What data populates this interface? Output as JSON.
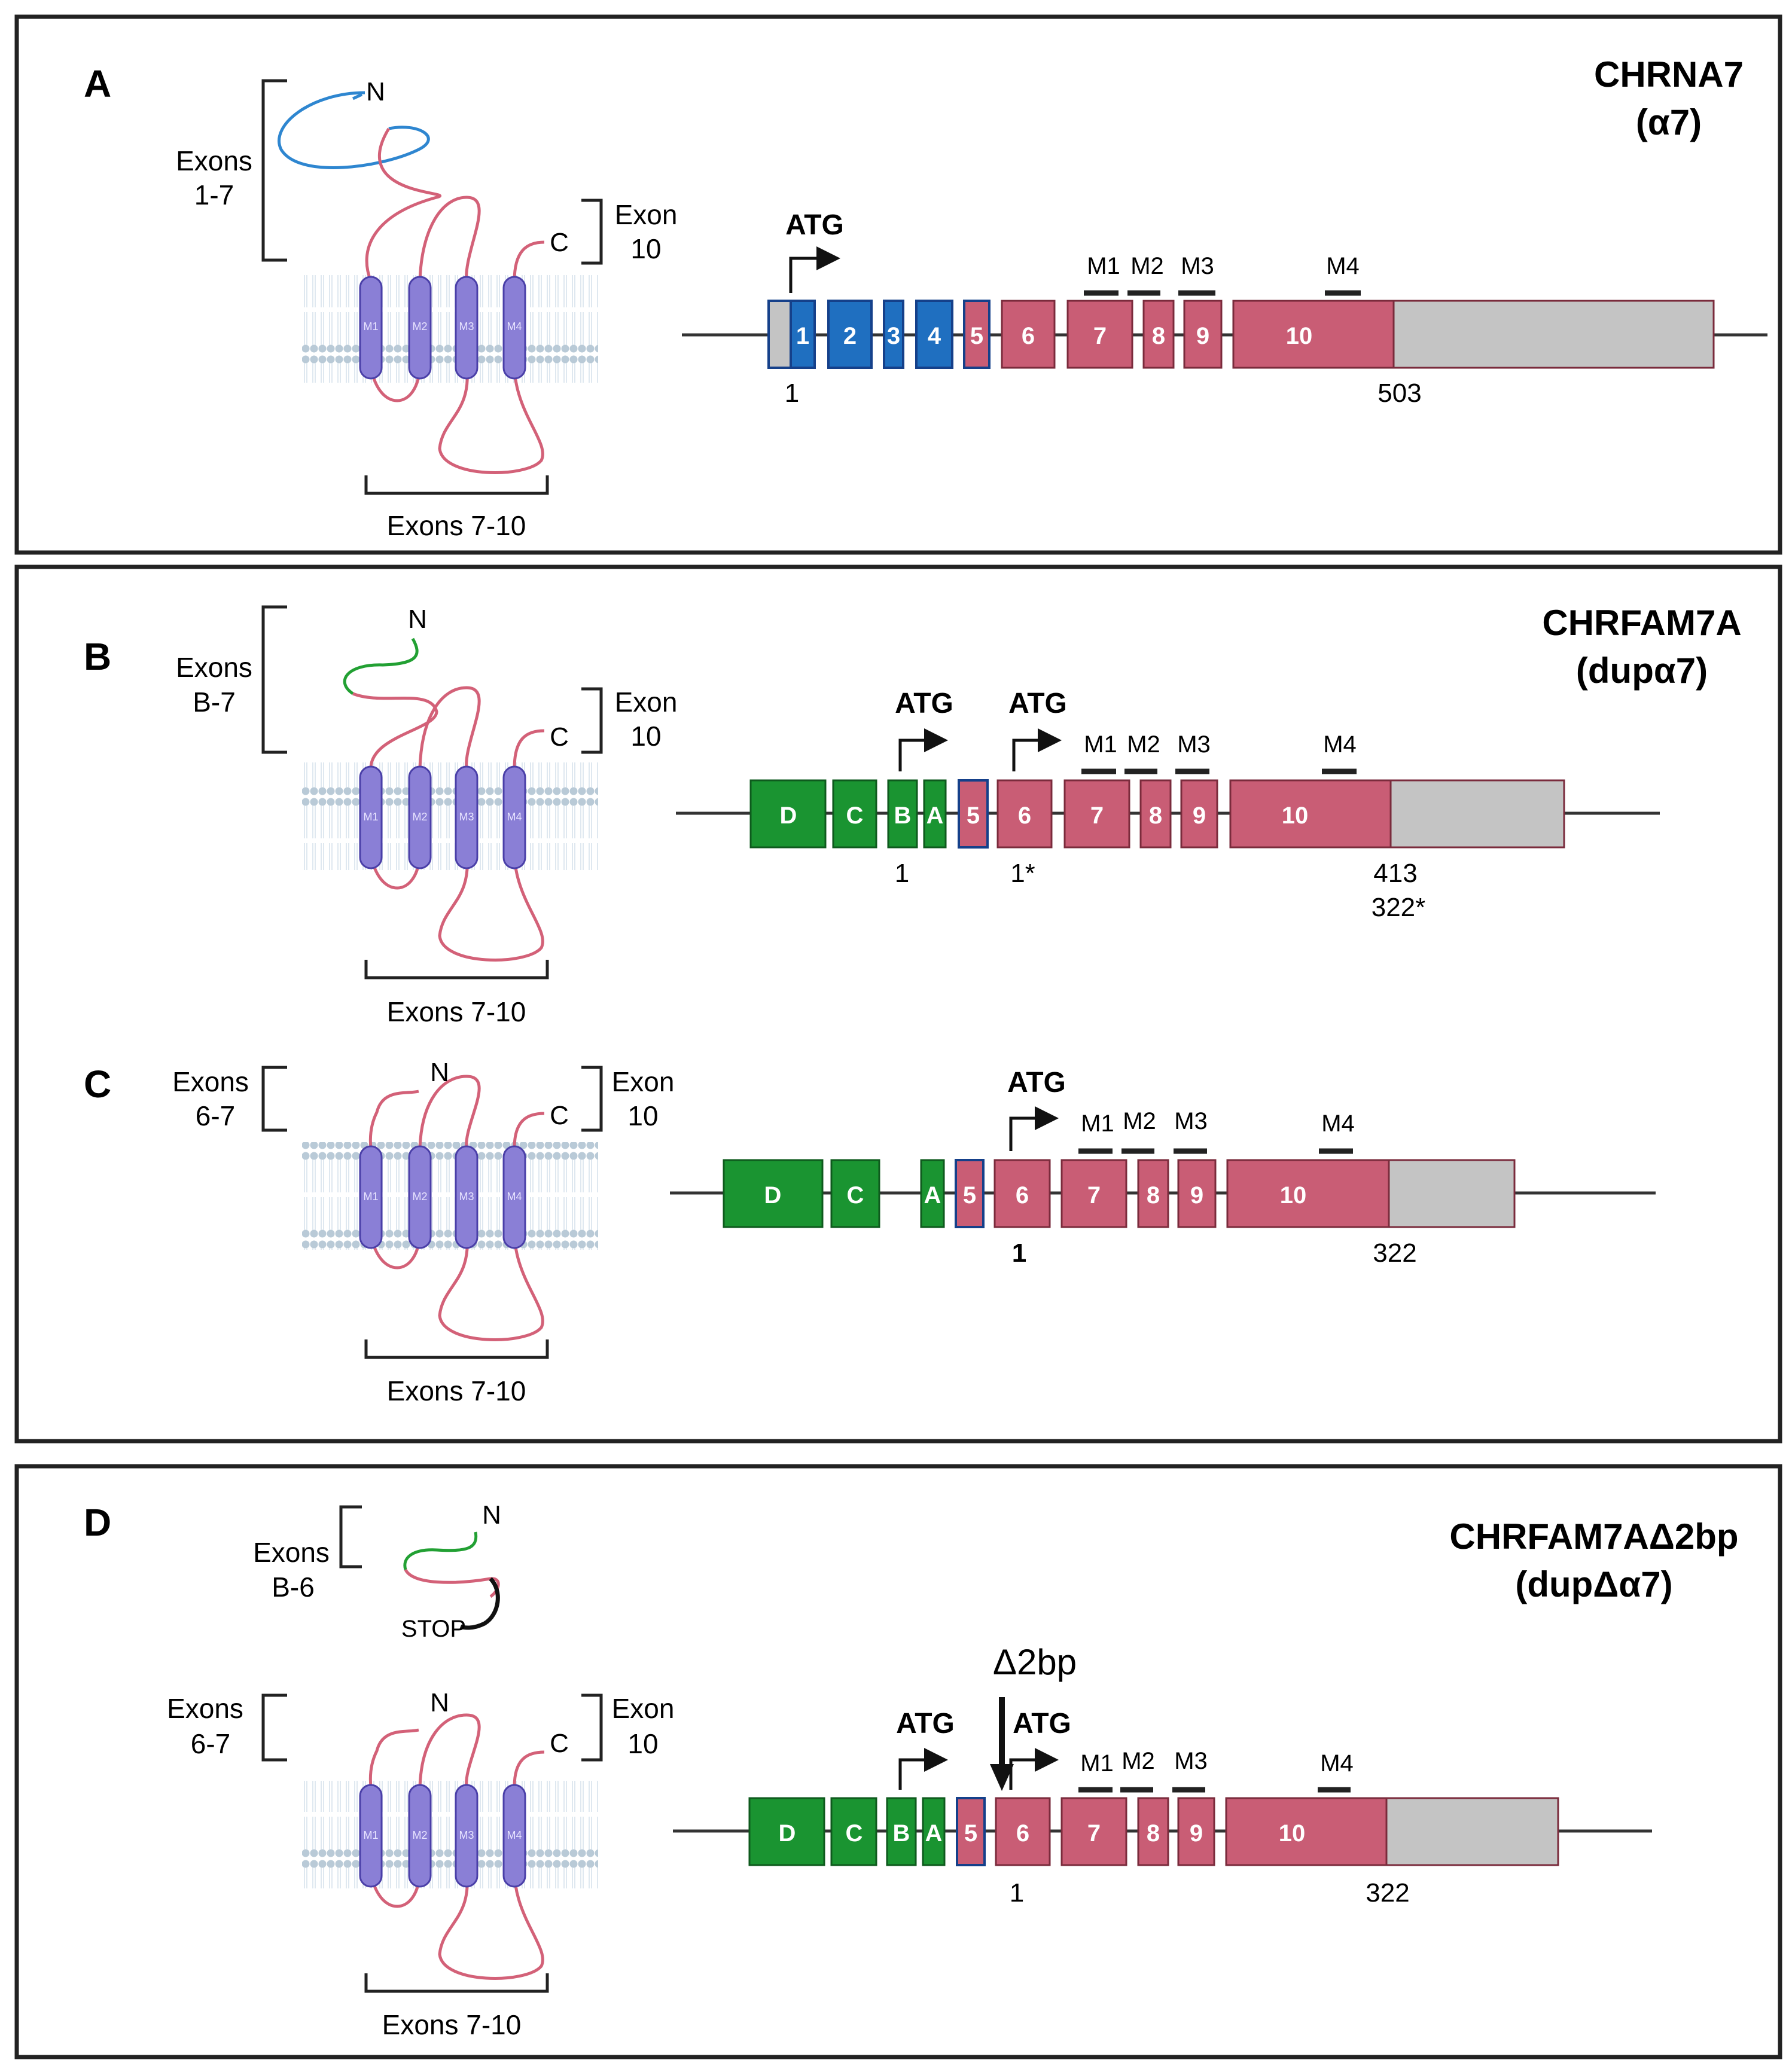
{
  "colors": {
    "blue_exon": "#1f6fc0",
    "red_exon": "#c95d75",
    "green_exon": "#1a9431",
    "utr_gray": "#c4c4c4",
    "helix_purple": "#8a7fd6",
    "membrane": "#b9cad7",
    "n_term_blue": "#2e86d0",
    "n_term_green": "#22a033",
    "loop_red": "#d36178",
    "frame": "#222222"
  },
  "panels": {
    "A": {
      "letter": "A",
      "title": "CHRNA7",
      "subtitle": "(α7)",
      "bracket_n_label": [
        "Exons",
        "1-7"
      ],
      "bracket_c_label": [
        "Exon",
        "10"
      ],
      "bracket_bottom_label": "Exons 7-10",
      "n_label": "N",
      "c_label": "C",
      "helix_labels": [
        "M1",
        "M2",
        "M3",
        "M4"
      ],
      "atg_labels": [
        "ATG"
      ],
      "m_labels": [
        "M1",
        "M2",
        "M3",
        "M4"
      ],
      "exons": [
        "1",
        "2",
        "3",
        "4",
        "5",
        "6",
        "7",
        "8",
        "9",
        "10"
      ],
      "positions": [
        "1",
        "503"
      ]
    },
    "B": {
      "letter": "B",
      "title": "CHRFAM7A",
      "subtitle": "(dupα7)",
      "bracket_n_label": [
        "Exons",
        "B-7"
      ],
      "bracket_c_label": [
        "Exon",
        "10"
      ],
      "bracket_bottom_label": "Exons 7-10",
      "n_label": "N",
      "c_label": "C",
      "helix_labels": [
        "M1",
        "M2",
        "M3",
        "M4"
      ],
      "atg_labels": [
        "ATG",
        "ATG"
      ],
      "m_labels": [
        "M1",
        "M2",
        "M3",
        "M4"
      ],
      "exons": [
        "D",
        "C",
        "B",
        "A",
        "5",
        "6",
        "7",
        "8",
        "9",
        "10"
      ],
      "positions": [
        "1",
        "1*",
        "413",
        "322*"
      ]
    },
    "C": {
      "letter": "C",
      "bracket_n_label": [
        "Exons",
        "6-7"
      ],
      "bracket_c_label": [
        "Exon",
        "10"
      ],
      "bracket_bottom_label": "Exons 7-10",
      "n_label": "N",
      "c_label": "C",
      "helix_labels": [
        "M1",
        "M2",
        "M3",
        "M4"
      ],
      "atg_labels": [
        "ATG"
      ],
      "m_labels": [
        "M1",
        "M2",
        "M3",
        "M4"
      ],
      "exons": [
        "D",
        "C",
        "A",
        "5",
        "6",
        "7",
        "8",
        "9",
        "10"
      ],
      "positions": [
        "1",
        "322"
      ]
    },
    "D": {
      "letter": "D",
      "title": "CHRFAM7AΔ2bp",
      "subtitle": "(dupΔα7)",
      "truncated_bracket_label": [
        "Exons",
        "B-6"
      ],
      "stop_label": "STOP",
      "bracket_n_label": [
        "Exons",
        "6-7"
      ],
      "bracket_c_label": [
        "Exon",
        "10"
      ],
      "bracket_bottom_label": "Exons 7-10",
      "n_label": "N",
      "c_label": "C",
      "helix_labels": [
        "M1",
        "M2",
        "M3",
        "M4"
      ],
      "deletion_label": "Δ2bp",
      "atg_labels": [
        "ATG",
        "ATG"
      ],
      "m_labels": [
        "M1",
        "M2",
        "M3",
        "M4"
      ],
      "exons": [
        "D",
        "C",
        "B",
        "A",
        "5",
        "6",
        "7",
        "8",
        "9",
        "10"
      ],
      "positions": [
        "1",
        "322"
      ]
    }
  }
}
